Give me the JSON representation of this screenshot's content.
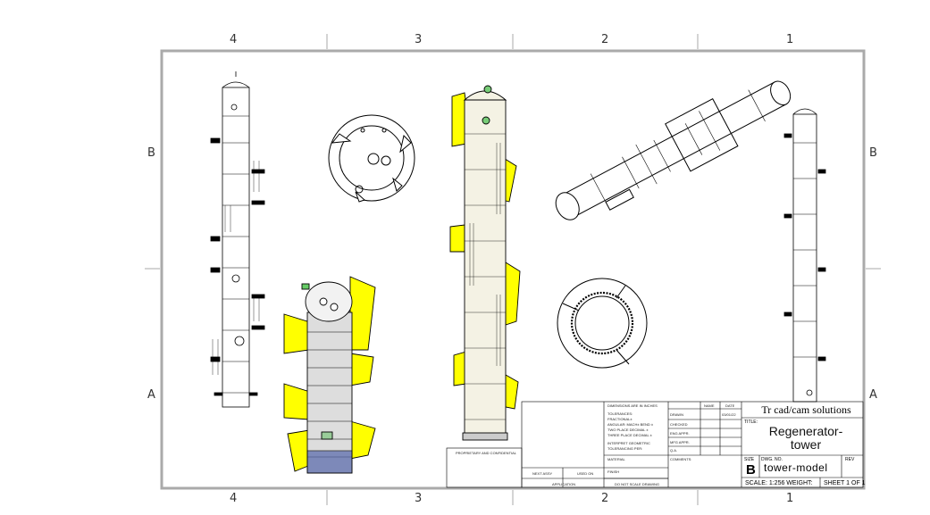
{
  "sheet": {
    "columns_top": [
      "4",
      "3",
      "2",
      "1"
    ],
    "columns_bottom": [
      "4",
      "3",
      "2",
      "1"
    ],
    "rows_left": [
      "B",
      "A"
    ],
    "rows_right": [
      "B",
      "A"
    ]
  },
  "title_block": {
    "company": "Tr cad/cam solutions",
    "title_label": "TITLE:",
    "title_line1": "Regenerator-",
    "title_line2": "tower",
    "size_label": "SIZE",
    "size": "B",
    "dwg_label": "DWG.  NO.",
    "dwg_no": "tower-model",
    "rev_label": "REV",
    "scale": "SCALE: 1:256 WEIGHT:",
    "sheet": "SHEET 1 OF 1",
    "col_name": "NAME",
    "col_date": "DATE",
    "rows": [
      "DRAWN",
      "CHECKED",
      "ENG APPR.",
      "MFG APPR.",
      "Q.A.",
      "COMMENTS:"
    ],
    "drawn_date": "03/01/22",
    "notes_left": [
      "DIMENSIONS ARE IN INCHES",
      "TOLERANCES:",
      "FRACTIONAL±",
      "ANGULAR: MACH±  BEND ±",
      "TWO PLACE DECIMAL ±",
      "THREE PLACE DECIMAL ±",
      "INTERPRET GEOMETRIC",
      "TOLERANCING PER:",
      "MATERIAL",
      "FINISH"
    ],
    "next_assy": "NEXT ASSY",
    "used_on": "USED ON",
    "application": "APPLICATION",
    "do_not_scale": "DO NOT SCALE DRAWING",
    "proprietary": "PROPRIETARY AND CONFIDENTIAL"
  },
  "views": [
    "side-elevation-left",
    "top-plan-view",
    "isometric-cutaway",
    "front-elevation-center",
    "rotated-elevation",
    "bottom-plan-view",
    "side-elevation-right"
  ]
}
